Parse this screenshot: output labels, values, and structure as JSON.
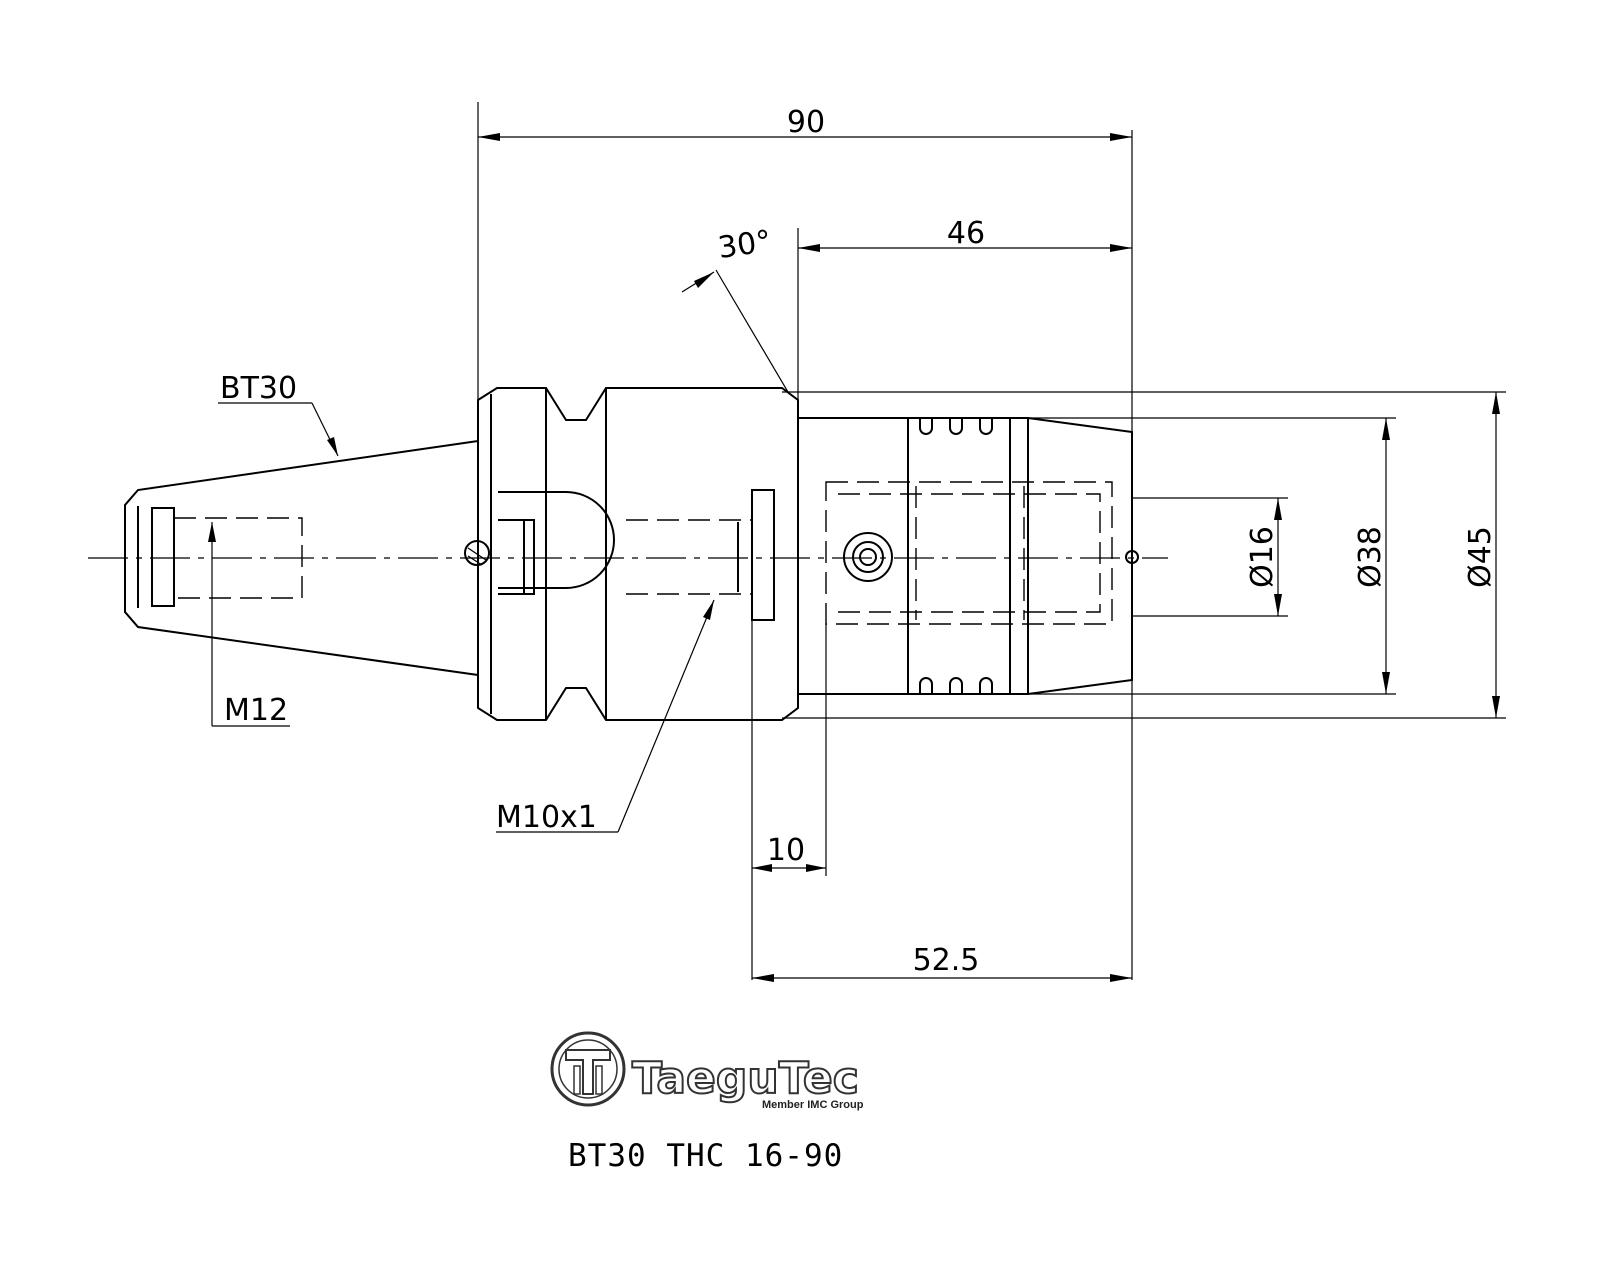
{
  "dimensions": {
    "overall_length": "90",
    "body_length": "46",
    "angle": "30°",
    "bore_diameter": "Ø16",
    "nose_diameter": "Ø38",
    "flange_diameter": "Ø45",
    "offset": "10",
    "gauge_length": "52.5"
  },
  "labels": {
    "taper": "BT30",
    "retention_thread": "M12",
    "stop_screw_thread": "M10x1"
  },
  "logo": {
    "brand": "TaeguTec",
    "tagline": "Member IMC Group"
  },
  "part_number": "BT30 THC 16-90"
}
